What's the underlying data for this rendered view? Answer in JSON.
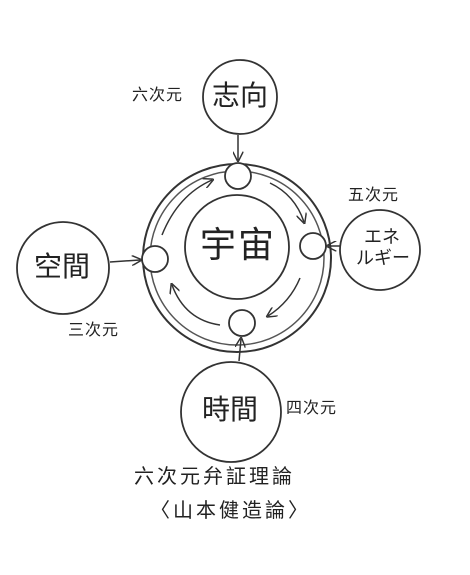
{
  "diagram": {
    "center": "宇宙",
    "nodes": {
      "top": "志向",
      "left": "空間",
      "bottom": "時間",
      "right_line1": "エネ",
      "right_line2": "ルギー"
    },
    "dimensions": {
      "top": "六次元",
      "right": "五次元",
      "left": "三次元",
      "bottom": "四次元"
    },
    "caption": {
      "line1": "六次元弁証理論",
      "line2": "〈山本健造論〉"
    },
    "colors": {
      "ink": "#333333",
      "paper": "#ffffff"
    }
  }
}
